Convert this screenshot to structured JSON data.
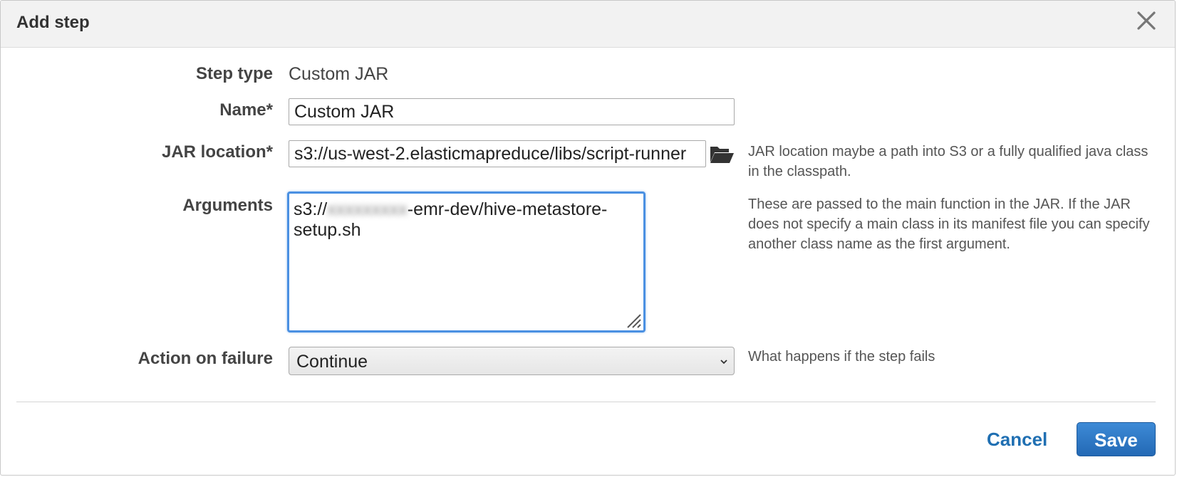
{
  "dialog": {
    "title": "Add step"
  },
  "form": {
    "step_type": {
      "label": "Step type",
      "value": "Custom JAR"
    },
    "name": {
      "label": "Name*",
      "value": "Custom JAR"
    },
    "jar_location": {
      "label": "JAR location*",
      "value": "s3://us-west-2.elasticmapreduce/libs/script-runner",
      "help": "JAR location maybe a path into S3 or a fully qualified java class in the classpath."
    },
    "arguments": {
      "label": "Arguments",
      "prefix": "s3://",
      "blurred": "xxxxxxxxx",
      "suffix": "-emr-dev/hive-metastore-setup.sh",
      "help": "These are passed to the main function in the JAR. If the JAR does not specify a main class in its manifest file you can specify another class name as the first argument."
    },
    "action_on_failure": {
      "label": "Action on failure",
      "selected": "Continue",
      "help": "What happens if the step fails"
    }
  },
  "footer": {
    "cancel_label": "Cancel",
    "save_label": "Save"
  },
  "icons": {
    "close": "close-icon",
    "folder": "folder-open-icon",
    "chevron": "chevron-down-icon",
    "resize": "resize-grip-icon"
  },
  "colors": {
    "accent": "#1f6fb2",
    "save_button": "#2a74c2",
    "focus_ring": "#4a90e2"
  }
}
